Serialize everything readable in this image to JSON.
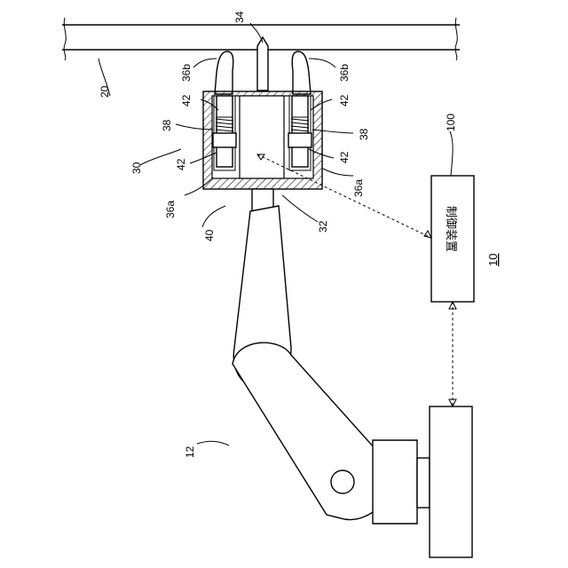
{
  "labels": {
    "ref_20": "20",
    "ref_34": "34",
    "ref_36b_left": "36b",
    "ref_36b_right": "36b",
    "ref_42_top_left": "42",
    "ref_42_top_right": "42",
    "ref_38_left": "38",
    "ref_38_right": "38",
    "ref_42_bottom_left": "42",
    "ref_42_bottom_right": "42",
    "ref_30": "30",
    "ref_36a_left": "36a",
    "ref_36a_right": "36a",
    "ref_40": "40",
    "ref_32": "32",
    "ref_100": "100",
    "ref_10": "10",
    "ref_12": "12",
    "controller_text": "制御装置"
  }
}
